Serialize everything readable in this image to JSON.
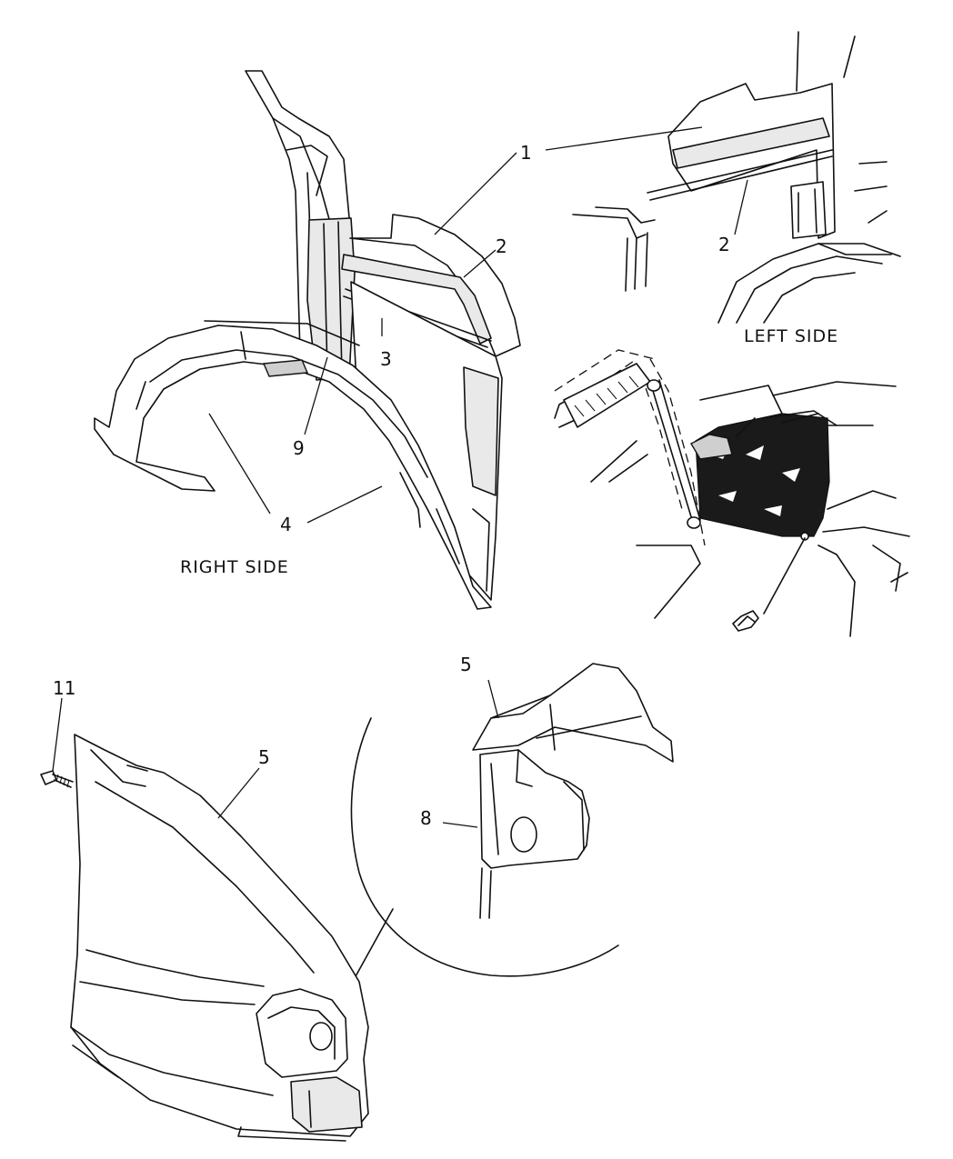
{
  "callouts": {
    "c1": "1",
    "c2_right": "2",
    "c2_left": "2",
    "c3": "3",
    "c4": "4",
    "c5_detail": "5",
    "c5_fender": "5",
    "c8": "8",
    "c9": "9",
    "c11": "11"
  },
  "views": {
    "left_side": "LEFT SIDE",
    "right_side": "RIGHT SIDE"
  }
}
